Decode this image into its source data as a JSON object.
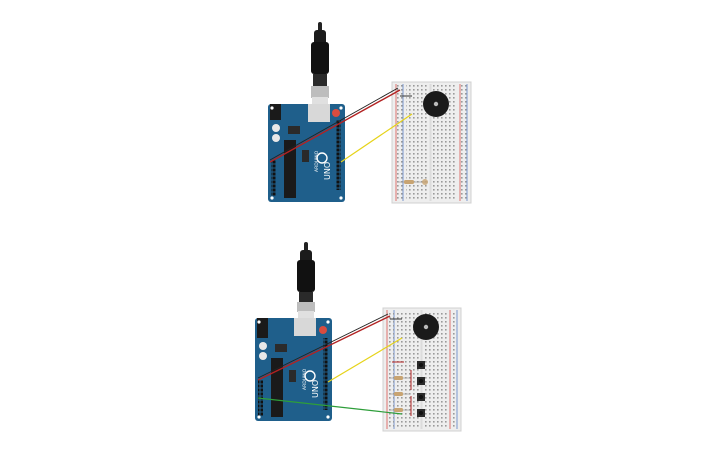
{
  "circuits": [
    {
      "id": "circuit-top",
      "board": {
        "model_label": "UNO",
        "brand_label": "ARDUINO",
        "color": "#1f5f8b"
      },
      "components": [
        "usb-cable",
        "arduino-uno",
        "breadboard",
        "piezo-buzzer",
        "resistor"
      ],
      "wires": [
        {
          "name": "power-wire",
          "color": "#b22222"
        },
        {
          "name": "ground-wire",
          "color": "#222222"
        },
        {
          "name": "signal-wire",
          "color": "#e6d319"
        }
      ]
    },
    {
      "id": "circuit-bottom",
      "board": {
        "model_label": "UNO",
        "brand_label": "ARDUINO",
        "color": "#1f5f8b"
      },
      "components": [
        "usb-cable",
        "arduino-uno",
        "breadboard",
        "piezo-buzzer",
        "push-buttons",
        "resistors"
      ],
      "wires": [
        {
          "name": "power-wire",
          "color": "#b22222"
        },
        {
          "name": "ground-wire",
          "color": "#222222"
        },
        {
          "name": "signal-wire",
          "color": "#e6d319"
        },
        {
          "name": "input-wire",
          "color": "#2e9e3a"
        }
      ]
    }
  ],
  "colors": {
    "board": "#1f5f8b",
    "breadboard": "#eeeeee",
    "rail_red": "#d9534f",
    "rail_blue": "#5b7fc4",
    "buzzer": "#1a1a1a",
    "cable": "#222222"
  }
}
